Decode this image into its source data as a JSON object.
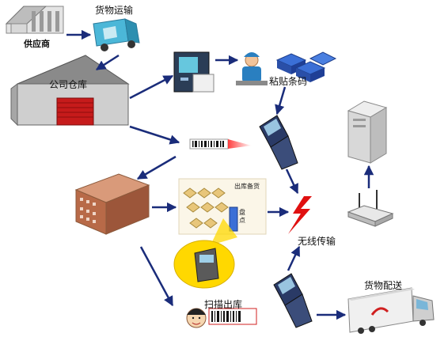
{
  "labels": {
    "supplier": "供应商",
    "transport": "货物运输",
    "company_warehouse": "公司仓库",
    "stick_barcode": "粘贴条码",
    "stock_check_title": "出库备货",
    "stock_check_side": "盘点",
    "wireless": "无线传输",
    "scan_out": "扫描出库",
    "delivery": "货物配送"
  },
  "colors": {
    "arrow": "#1a2c7a",
    "lightning": "#e01010",
    "warehouse_roof": "#777777",
    "warehouse_wall": "#cccccc",
    "door": "#d01515",
    "scan_beam": "#ffd800"
  }
}
